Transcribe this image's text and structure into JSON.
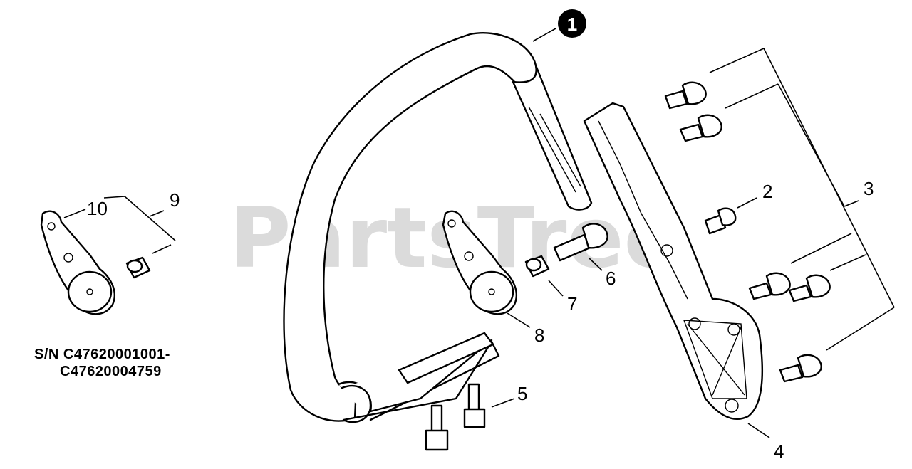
{
  "watermark": "PartsTree",
  "serial_note": {
    "line1": "S/N C47620001001-",
    "line2": "C47620004759"
  },
  "callouts": {
    "c1": "1",
    "c2": "2",
    "c3": "3",
    "c4": "4",
    "c5": "5",
    "c6": "6",
    "c7": "7",
    "c8": "8",
    "c9": "9",
    "c10": "10"
  }
}
